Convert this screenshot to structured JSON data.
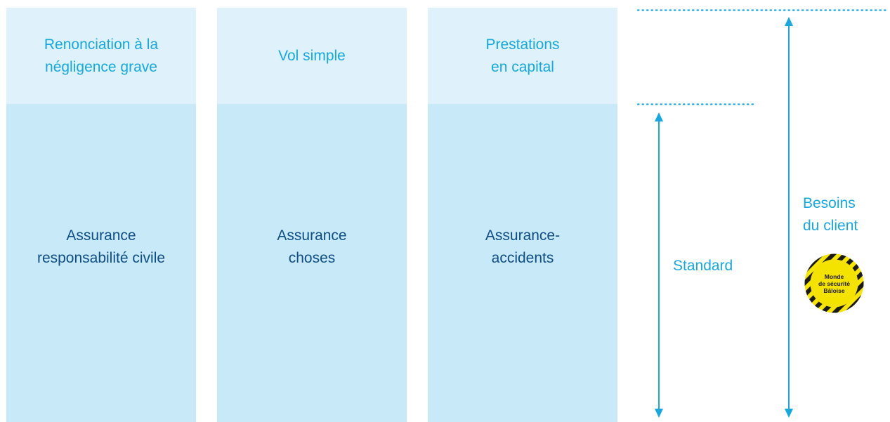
{
  "columns": [
    {
      "top_label": "Renonciation à la\nnégligence grave",
      "bottom_label": "Assurance\nresponsabilité civile"
    },
    {
      "top_label": "Vol simple",
      "bottom_label": "Assurance\nchoses"
    },
    {
      "top_label": "Prestations\nen capital",
      "bottom_label": "Assurance-\naccidents"
    }
  ],
  "standard_label": "Standard",
  "client_needs_label": "Besoins\ndu client",
  "badge": {
    "text": "Monde\nde sécurité\nBâloise"
  },
  "colors": {
    "light_blue_top": "#dff2fb",
    "light_blue_bottom": "#c7e9f8",
    "accent": "#16a8e1",
    "dark_blue": "#0e4d86",
    "badge_yellow": "#f6e600"
  }
}
